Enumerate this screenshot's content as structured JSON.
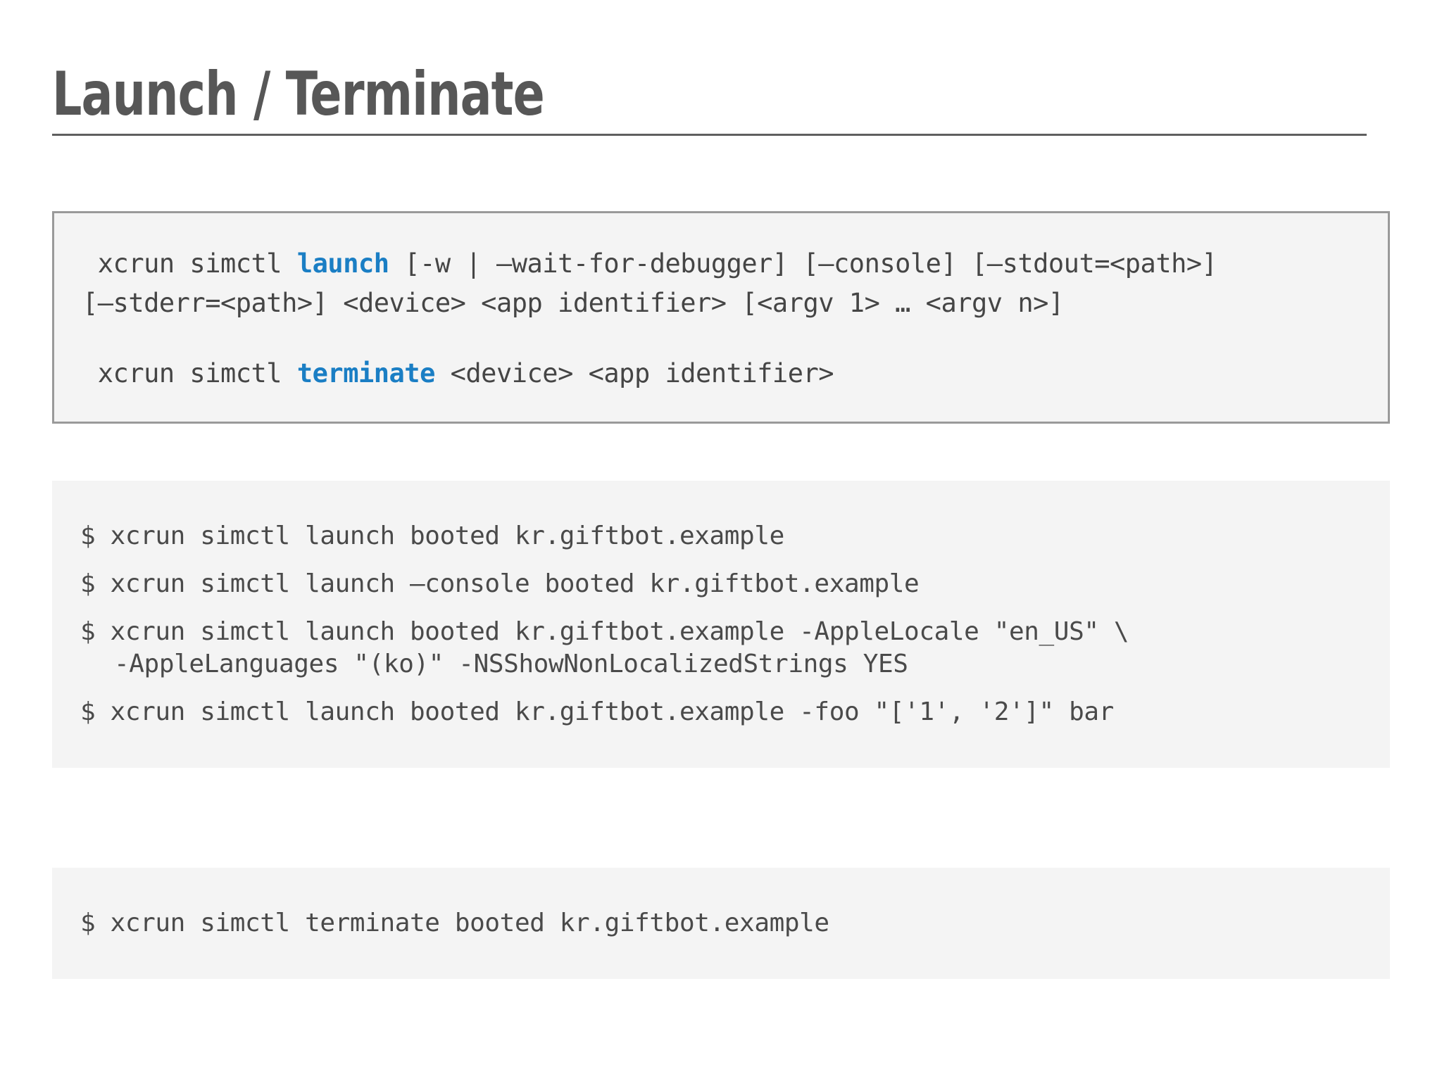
{
  "slide": {
    "title": "Launch / Terminate"
  },
  "syntax_block": {
    "launch": {
      "prefix": " xcrun simctl ",
      "keyword": "launch",
      "line1_rest": " [-w | —wait-for-debugger] [—console] [—stdout=<path>]",
      "line2": "[—stderr=<path>] <device> <app identifier> [<argv 1> … <argv n>]"
    },
    "terminate": {
      "prefix": " xcrun simctl ",
      "keyword": "terminate",
      "rest": " <device> <app identifier>"
    }
  },
  "examples_block": {
    "commands": [
      {
        "line": "$ xcrun simctl launch booted kr.giftbot.example",
        "continuation": ""
      },
      {
        "line": "$ xcrun simctl launch —console booted kr.giftbot.example",
        "continuation": ""
      },
      {
        "line": "$ xcrun simctl launch booted kr.giftbot.example -AppleLocale \"en_US\" \\",
        "continuation": "-AppleLanguages \"(ko)\" -NSShowNonLocalizedStrings YES"
      },
      {
        "line": "$ xcrun simctl launch booted kr.giftbot.example -foo \"['1', '2']\" bar",
        "continuation": ""
      }
    ]
  },
  "terminate_block": {
    "command": "$ xcrun simctl terminate booted kr.giftbot.example"
  },
  "colors": {
    "title": "#575757",
    "code_text": "#454545",
    "keyword_blue": "#1a7ec4",
    "block_fill": "#f4f4f4",
    "block_border": "#9a9a9a"
  }
}
